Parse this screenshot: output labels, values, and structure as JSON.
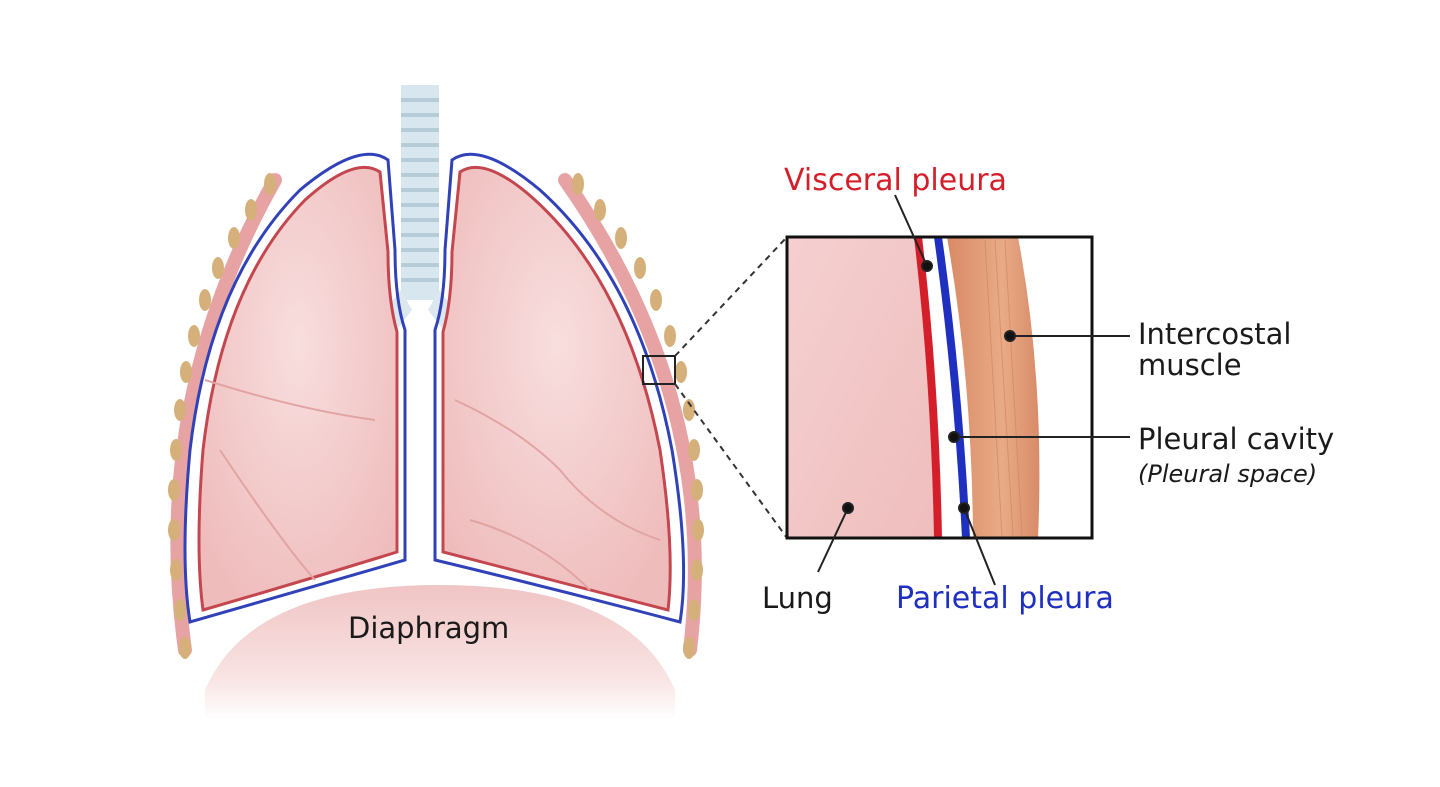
{
  "labels": {
    "visceral_pleura": "Visceral pleura",
    "intercostal_muscle_line1": "Intercostal",
    "intercostal_muscle_line2": "muscle",
    "pleural_cavity": "Pleural cavity",
    "pleural_space": "(Pleural space)",
    "lung": "Lung",
    "parietal_pleura": "Parietal pleura",
    "diaphragm": "Diaphragm"
  },
  "colors": {
    "visceral": "#d41f2b",
    "parietal": "#1f2fc0",
    "lung_fill": "#f3c9c9",
    "lung_stroke": "#c75a60",
    "muscle": "#e0a07a",
    "rib": "#d6b07a",
    "trachea": "#cfe0ea",
    "text": "#1a1a1a"
  }
}
